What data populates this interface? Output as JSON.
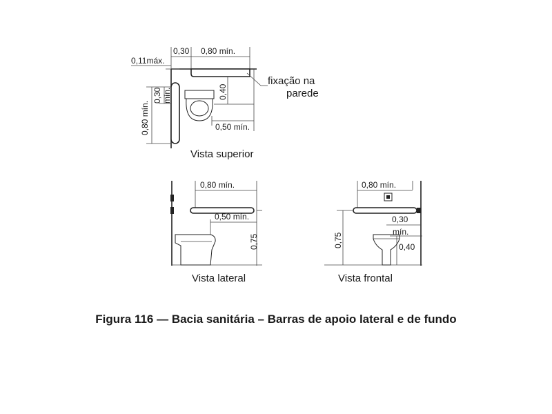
{
  "views": {
    "top": {
      "label": "Vista superior",
      "dims": {
        "offset_max": "0,11máx.",
        "gap": "0,30",
        "rear_bar_length": "0,80 mín.",
        "bar_height_to_seat": "0,40",
        "seat_to_wall": "0,50 mín.",
        "side_gap_value": "0,30",
        "side_gap_unit": "mín.",
        "side_bar_length": "0,80 mín."
      },
      "callout": {
        "line1": "fixação na",
        "line2": "parede"
      }
    },
    "side": {
      "label": "Vista lateral",
      "dims": {
        "bar_length": "0,80 mín.",
        "bowl_length": "0,50 mín.",
        "bar_height": "0,75"
      }
    },
    "front": {
      "label": "Vista frontal",
      "dims": {
        "bar_length": "0,80 mín.",
        "offset_value": "0,30",
        "offset_unit": "mín.",
        "bowl_height": "0,40",
        "bar_height": "0,75"
      }
    }
  },
  "caption": "Figura 116 — Bacia sanitária – Barras de apoio lateral e de fundo"
}
